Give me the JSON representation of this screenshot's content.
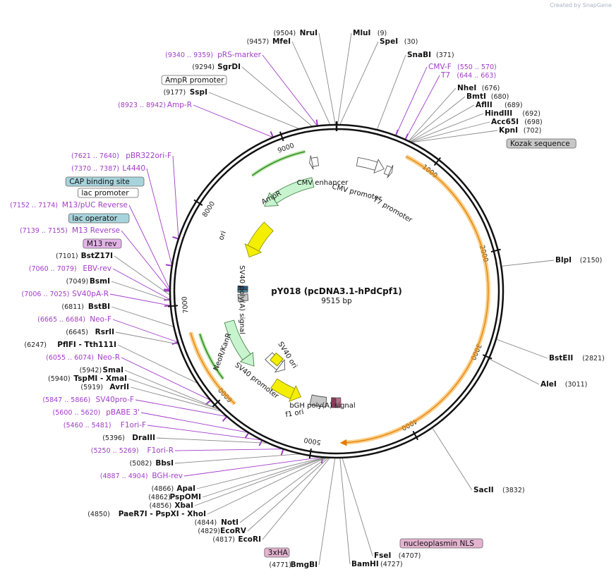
{
  "watermark": "Created by SnapGene",
  "plasmid": {
    "name": "pY018 (pcDNA3.1-hPdCpf1)",
    "size_label": "9515 bp",
    "length": 9515
  },
  "colors": {
    "primer": "#a23cc9",
    "orange": "#f5a623",
    "green": "#2d8a1e",
    "yellow": "#f4ef00",
    "mint": "#c7f4cf",
    "teal": "#a7d4dc",
    "pink": "#e3b3cf",
    "gray": "#c8c8c8"
  },
  "sites_left": [
    {
      "pos": "(9504)",
      "name": "NruI"
    },
    {
      "pos": "(9457)",
      "name": "MfeI"
    },
    {
      "pos": "(9340 .. 9359)",
      "name": "pRS-marker",
      "primer": true
    },
    {
      "pos": "(9294)",
      "name": "SgrDI"
    },
    {
      "pos": "",
      "name": "AmpR promoter",
      "box": "white"
    },
    {
      "pos": "(9177)",
      "name": "SspI"
    },
    {
      "pos": "(8923 .. 8942)",
      "name": "Amp-R",
      "primer": true
    },
    {
      "pos": "(7621 .. 7640)",
      "name": "pBR322ori-F",
      "primer": true
    },
    {
      "pos": "(7370 .. 7387)",
      "name": "L4440",
      "primer": true
    },
    {
      "pos": "",
      "name": "CAP binding site",
      "box": "teal"
    },
    {
      "pos": "",
      "name": "lac promoter",
      "box": "white"
    },
    {
      "pos": "(7152 .. 7174)",
      "name": "M13/pUC Reverse",
      "primer": true
    },
    {
      "pos": "",
      "name": "lac operator",
      "box": "teal"
    },
    {
      "pos": "(7139 .. 7155)",
      "name": "M13 Reverse",
      "primer": true
    },
    {
      "pos": "",
      "name": "M13 rev",
      "box": "purple"
    },
    {
      "pos": "(7101)",
      "name": "BstZ17I"
    },
    {
      "pos": "(7060 .. 7079)",
      "name": "EBV-rev",
      "primer": true
    },
    {
      "pos": "(7049)",
      "name": "BsmI"
    },
    {
      "pos": "(7006 .. 7025)",
      "name": "SV40pA-R",
      "primer": true
    },
    {
      "pos": "(6811)",
      "name": "BstBI"
    },
    {
      "pos": "(6665 .. 6684)",
      "name": "Neo-F",
      "primer": true
    },
    {
      "pos": "(6645)",
      "name": "RsrII"
    },
    {
      "pos": "(6247)",
      "name": "PflFI - Tth111I"
    },
    {
      "pos": "(6055 .. 6074)",
      "name": "Neo-R",
      "primer": true
    },
    {
      "pos": "(5942)",
      "name": "SmaI"
    },
    {
      "pos": "(5940)",
      "name": "TspMI - XmaI"
    },
    {
      "pos": "(5919)",
      "name": "AvrII"
    },
    {
      "pos": "(5847 .. 5866)",
      "name": "SV40pro-F",
      "primer": true
    },
    {
      "pos": "(5600 .. 5620)",
      "name": "pBABE 3'",
      "primer": true
    },
    {
      "pos": "(5460 .. 5481)",
      "name": "F1ori-F",
      "primer": true
    },
    {
      "pos": "(5396)",
      "name": "DraIII"
    },
    {
      "pos": "(5250 .. 5269)",
      "name": "F1ori-R",
      "primer": true
    },
    {
      "pos": "(5082)",
      "name": "BbsI"
    },
    {
      "pos": "(4887 .. 4904)",
      "name": "BGH-rev",
      "primer": true
    },
    {
      "pos": "(4866)",
      "name": "ApaI"
    },
    {
      "pos": "(4862)",
      "name": "PspOMI"
    },
    {
      "pos": "(4856)",
      "name": "XbaI"
    },
    {
      "pos": "(4850)",
      "name": "PaeR7I - PspXI - XhoI"
    },
    {
      "pos": "(4844)",
      "name": "NotI"
    },
    {
      "pos": "(4829)",
      "name": "EcoRV"
    },
    {
      "pos": "(4817)",
      "name": "EcoRI"
    },
    {
      "pos": "",
      "name": "3xHA",
      "box": "pink"
    },
    {
      "pos": "(4771)",
      "name": "BmgBI"
    }
  ],
  "sites_right": [
    {
      "pos": "(9)",
      "name": "MluI"
    },
    {
      "pos": "(30)",
      "name": "SpeI"
    },
    {
      "pos": "(371)",
      "name": "SnaBI"
    },
    {
      "pos": "(550 .. 570)",
      "name": "CMV-F",
      "primer": true
    },
    {
      "pos": "(644 .. 663)",
      "name": "T7",
      "primer": true
    },
    {
      "pos": "(676)",
      "name": "NheI"
    },
    {
      "pos": "(680)",
      "name": "BmtI"
    },
    {
      "pos": "(689)",
      "name": "AflII"
    },
    {
      "pos": "(692)",
      "name": "HindIII"
    },
    {
      "pos": "(698)",
      "name": "Acc65I"
    },
    {
      "pos": "(702)",
      "name": "KpnI"
    },
    {
      "pos": "",
      "name": "Kozak sequence",
      "box": "gray"
    },
    {
      "pos": "(2150)",
      "name": "BlpI"
    },
    {
      "pos": "(2821)",
      "name": "BstEII"
    },
    {
      "pos": "(3011)",
      "name": "AleI"
    },
    {
      "pos": "(3832)",
      "name": "SacII"
    },
    {
      "pos": "",
      "name": "nucleoplasmin NLS",
      "box": "pink"
    },
    {
      "pos": "(4707)",
      "name": "FseI"
    },
    {
      "pos": "(4727)",
      "name": "BamHI"
    }
  ],
  "ticks": [
    "1000",
    "2000",
    "3000",
    "4000",
    "5000",
    "6000",
    "7000",
    "8000",
    "9000"
  ],
  "features": [
    {
      "name": "CMV enhancer"
    },
    {
      "name": "CMV promoter"
    },
    {
      "name": "T7 promoter"
    },
    {
      "name": "AmpR"
    },
    {
      "name": "ori"
    },
    {
      "name": "SV40 poly(A) signal"
    },
    {
      "name": "NeoR/KanR"
    },
    {
      "name": "SV40 promoter"
    },
    {
      "name": "SV40 ori"
    },
    {
      "name": "bGH poly(A) signal"
    },
    {
      "name": "f1 ori"
    }
  ]
}
